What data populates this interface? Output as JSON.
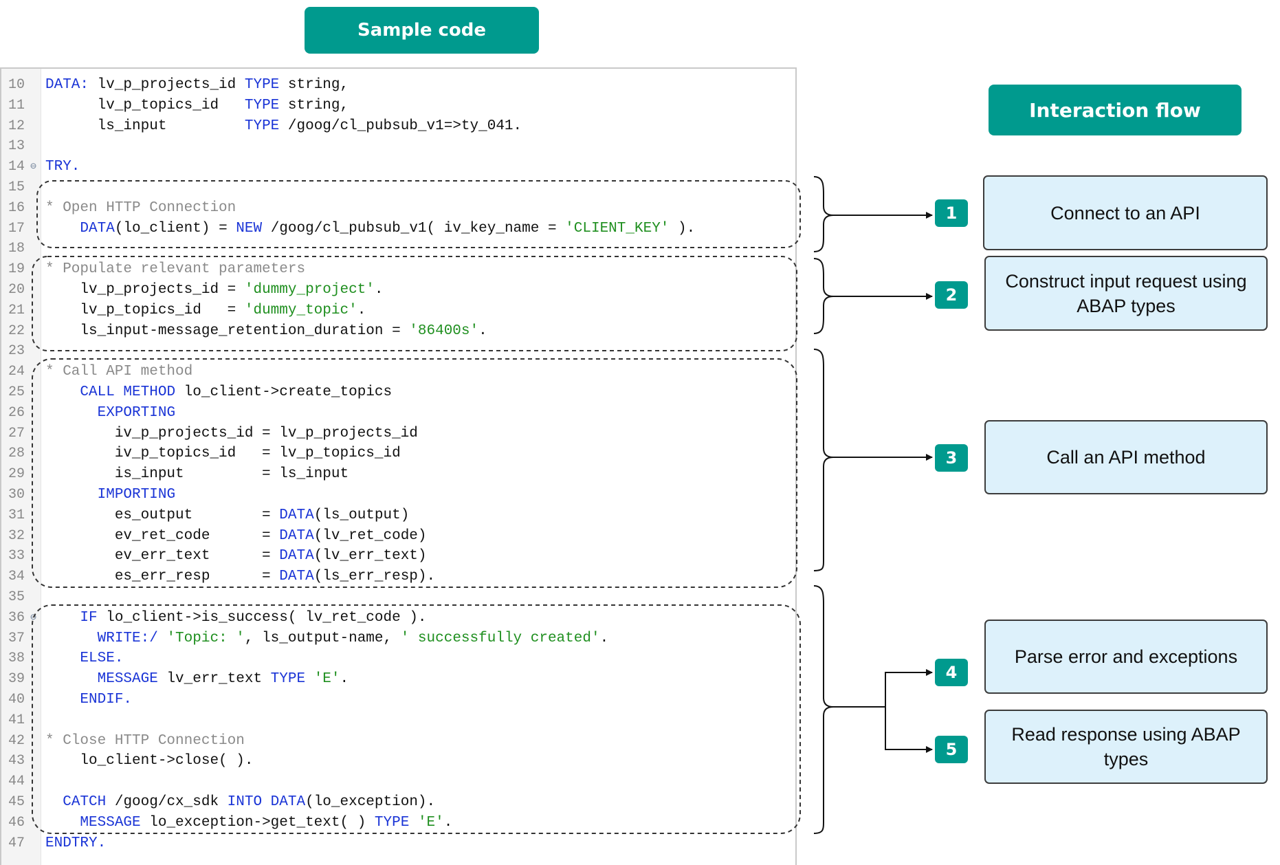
{
  "titles": {
    "sample_code": "Sample code",
    "interaction_flow": "Interaction flow"
  },
  "colors": {
    "teal": "#009a8e",
    "box_fill": "#ddf1fb",
    "keyword": "#1a34d6",
    "comment": "#8a8a8a",
    "string": "#1f8f1f"
  },
  "code_lines": [
    {
      "n": "10",
      "fold": false,
      "segs": [
        {
          "t": "DATA:",
          "c": "kw"
        },
        {
          "t": " lv_p_projects_id ",
          "c": "pl"
        },
        {
          "t": "TYPE",
          "c": "kw"
        },
        {
          "t": " string,",
          "c": "pl"
        }
      ]
    },
    {
      "n": "11",
      "fold": false,
      "segs": [
        {
          "t": "      lv_p_topics_id   ",
          "c": "pl"
        },
        {
          "t": "TYPE",
          "c": "kw"
        },
        {
          "t": " string,",
          "c": "pl"
        }
      ]
    },
    {
      "n": "12",
      "fold": false,
      "segs": [
        {
          "t": "      ls_input         ",
          "c": "pl"
        },
        {
          "t": "TYPE",
          "c": "kw"
        },
        {
          "t": " /goog/cl_pubsub_v1=>ty_041.",
          "c": "pl"
        }
      ]
    },
    {
      "n": "13",
      "fold": false,
      "segs": []
    },
    {
      "n": "14",
      "fold": true,
      "segs": [
        {
          "t": "TRY.",
          "c": "kw"
        }
      ]
    },
    {
      "n": "15",
      "fold": false,
      "segs": []
    },
    {
      "n": "16",
      "fold": false,
      "segs": [
        {
          "t": "* Open HTTP Connection",
          "c": "cm"
        }
      ]
    },
    {
      "n": "17",
      "fold": false,
      "segs": [
        {
          "t": "    ",
          "c": "pl"
        },
        {
          "t": "DATA",
          "c": "kw"
        },
        {
          "t": "(lo_client) = ",
          "c": "pl"
        },
        {
          "t": "NEW",
          "c": "kw"
        },
        {
          "t": " /goog/cl_pubsub_v1( iv_key_name = ",
          "c": "pl"
        },
        {
          "t": "'CLIENT_KEY'",
          "c": "st"
        },
        {
          "t": " ).",
          "c": "pl"
        }
      ]
    },
    {
      "n": "18",
      "fold": false,
      "segs": []
    },
    {
      "n": "19",
      "fold": false,
      "segs": [
        {
          "t": "* Populate relevant parameters",
          "c": "cm"
        }
      ]
    },
    {
      "n": "20",
      "fold": false,
      "segs": [
        {
          "t": "    lv_p_projects_id = ",
          "c": "pl"
        },
        {
          "t": "'dummy_project'",
          "c": "st"
        },
        {
          "t": ".",
          "c": "pl"
        }
      ]
    },
    {
      "n": "21",
      "fold": false,
      "segs": [
        {
          "t": "    lv_p_topics_id   = ",
          "c": "pl"
        },
        {
          "t": "'dummy_topic'",
          "c": "st"
        },
        {
          "t": ".",
          "c": "pl"
        }
      ]
    },
    {
      "n": "22",
      "fold": false,
      "segs": [
        {
          "t": "    ls_input-message_retention_duration = ",
          "c": "pl"
        },
        {
          "t": "'86400s'",
          "c": "st"
        },
        {
          "t": ".",
          "c": "pl"
        }
      ]
    },
    {
      "n": "23",
      "fold": false,
      "segs": []
    },
    {
      "n": "24",
      "fold": false,
      "segs": [
        {
          "t": "* Call API method",
          "c": "cm"
        }
      ]
    },
    {
      "n": "25",
      "fold": false,
      "segs": [
        {
          "t": "    ",
          "c": "pl"
        },
        {
          "t": "CALL METHOD",
          "c": "kw"
        },
        {
          "t": " lo_client->create_topics",
          "c": "pl"
        }
      ]
    },
    {
      "n": "26",
      "fold": false,
      "segs": [
        {
          "t": "      ",
          "c": "pl"
        },
        {
          "t": "EXPORTING",
          "c": "kw"
        }
      ]
    },
    {
      "n": "27",
      "fold": false,
      "segs": [
        {
          "t": "        iv_p_projects_id = lv_p_projects_id",
          "c": "pl"
        }
      ]
    },
    {
      "n": "28",
      "fold": false,
      "segs": [
        {
          "t": "        iv_p_topics_id   = lv_p_topics_id",
          "c": "pl"
        }
      ]
    },
    {
      "n": "29",
      "fold": false,
      "segs": [
        {
          "t": "        is_input         = ls_input",
          "c": "pl"
        }
      ]
    },
    {
      "n": "30",
      "fold": false,
      "segs": [
        {
          "t": "      ",
          "c": "pl"
        },
        {
          "t": "IMPORTING",
          "c": "kw"
        }
      ]
    },
    {
      "n": "31",
      "fold": false,
      "segs": [
        {
          "t": "        es_output        = ",
          "c": "pl"
        },
        {
          "t": "DATA",
          "c": "kw"
        },
        {
          "t": "(ls_output)",
          "c": "pl"
        }
      ]
    },
    {
      "n": "32",
      "fold": false,
      "segs": [
        {
          "t": "        ev_ret_code      = ",
          "c": "pl"
        },
        {
          "t": "DATA",
          "c": "kw"
        },
        {
          "t": "(lv_ret_code)",
          "c": "pl"
        }
      ]
    },
    {
      "n": "33",
      "fold": false,
      "segs": [
        {
          "t": "        ev_err_text      = ",
          "c": "pl"
        },
        {
          "t": "DATA",
          "c": "kw"
        },
        {
          "t": "(lv_err_text)",
          "c": "pl"
        }
      ]
    },
    {
      "n": "34",
      "fold": false,
      "segs": [
        {
          "t": "        es_err_resp      = ",
          "c": "pl"
        },
        {
          "t": "DATA",
          "c": "kw"
        },
        {
          "t": "(ls_err_resp).",
          "c": "pl"
        }
      ]
    },
    {
      "n": "35",
      "fold": false,
      "segs": []
    },
    {
      "n": "36",
      "fold": true,
      "segs": [
        {
          "t": "    ",
          "c": "pl"
        },
        {
          "t": "IF",
          "c": "kw"
        },
        {
          "t": " lo_client->is_success( lv_ret_code ).",
          "c": "pl"
        }
      ]
    },
    {
      "n": "37",
      "fold": false,
      "segs": [
        {
          "t": "      ",
          "c": "pl"
        },
        {
          "t": "WRITE:/",
          "c": "kw"
        },
        {
          "t": " ",
          "c": "pl"
        },
        {
          "t": "'Topic: '",
          "c": "st"
        },
        {
          "t": ", ls_output-name, ",
          "c": "pl"
        },
        {
          "t": "' successfully created'",
          "c": "st"
        },
        {
          "t": ".",
          "c": "pl"
        }
      ]
    },
    {
      "n": "38",
      "fold": false,
      "segs": [
        {
          "t": "    ",
          "c": "pl"
        },
        {
          "t": "ELSE.",
          "c": "kw"
        }
      ]
    },
    {
      "n": "39",
      "fold": false,
      "segs": [
        {
          "t": "      ",
          "c": "pl"
        },
        {
          "t": "MESSAGE",
          "c": "kw"
        },
        {
          "t": " lv_err_text ",
          "c": "pl"
        },
        {
          "t": "TYPE",
          "c": "kw"
        },
        {
          "t": " ",
          "c": "pl"
        },
        {
          "t": "'E'",
          "c": "st"
        },
        {
          "t": ".",
          "c": "pl"
        }
      ]
    },
    {
      "n": "40",
      "fold": false,
      "segs": [
        {
          "t": "    ",
          "c": "pl"
        },
        {
          "t": "ENDIF.",
          "c": "kw"
        }
      ]
    },
    {
      "n": "41",
      "fold": false,
      "segs": []
    },
    {
      "n": "42",
      "fold": false,
      "segs": [
        {
          "t": "* Close HTTP Connection",
          "c": "cm"
        }
      ]
    },
    {
      "n": "43",
      "fold": false,
      "segs": [
        {
          "t": "    lo_client->close( ).",
          "c": "pl"
        }
      ]
    },
    {
      "n": "44",
      "fold": false,
      "segs": []
    },
    {
      "n": "45",
      "fold": false,
      "segs": [
        {
          "t": "  ",
          "c": "pl"
        },
        {
          "t": "CATCH",
          "c": "kw"
        },
        {
          "t": " /goog/cx_sdk ",
          "c": "pl"
        },
        {
          "t": "INTO DATA",
          "c": "kw"
        },
        {
          "t": "(lo_exception).",
          "c": "pl"
        }
      ]
    },
    {
      "n": "46",
      "fold": false,
      "segs": [
        {
          "t": "    ",
          "c": "pl"
        },
        {
          "t": "MESSAGE",
          "c": "kw"
        },
        {
          "t": " lo_exception->get_text( ) ",
          "c": "pl"
        },
        {
          "t": "TYPE",
          "c": "kw"
        },
        {
          "t": " ",
          "c": "pl"
        },
        {
          "t": "'E'",
          "c": "st"
        },
        {
          "t": ".",
          "c": "pl"
        }
      ]
    },
    {
      "n": "47",
      "fold": false,
      "segs": [
        {
          "t": "ENDTRY.",
          "c": "kw"
        }
      ]
    }
  ],
  "flow": {
    "badges": [
      "1",
      "2",
      "3",
      "4",
      "5"
    ],
    "steps": [
      {
        "id": "connect",
        "text": "Connect to an API"
      },
      {
        "id": "construct",
        "text": "Construct input request using ABAP types"
      },
      {
        "id": "call",
        "text": "Call an API method"
      },
      {
        "id": "parse",
        "text": "Parse error and exceptions"
      },
      {
        "id": "read",
        "text": "Read response using ABAP types"
      }
    ]
  }
}
